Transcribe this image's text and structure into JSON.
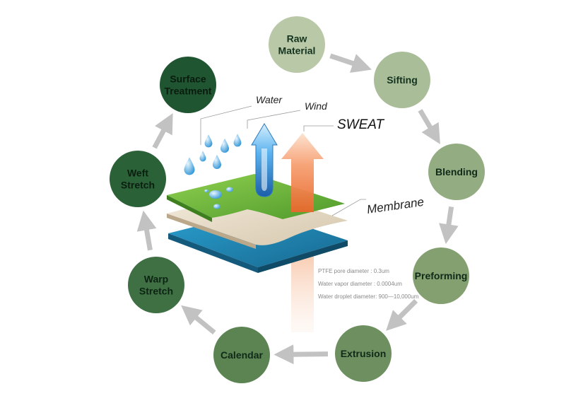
{
  "cycle": {
    "steps": [
      {
        "id": "raw-material",
        "lines": [
          "Raw",
          "Material"
        ],
        "fill": "#b9c9a7",
        "text_color": "#14331f"
      },
      {
        "id": "sifting",
        "lines": [
          "Sifting"
        ],
        "fill": "#a9bd98",
        "text_color": "#14331f"
      },
      {
        "id": "blending",
        "lines": [
          "Blending"
        ],
        "fill": "#93ac82",
        "text_color": "#0f2a18"
      },
      {
        "id": "preforming",
        "lines": [
          "Preforming"
        ],
        "fill": "#84a070",
        "text_color": "#0f2a18"
      },
      {
        "id": "extrusion",
        "lines": [
          "Extrusion"
        ],
        "fill": "#6e9060",
        "text_color": "#0f2a18"
      },
      {
        "id": "calendar",
        "lines": [
          "Calendar"
        ],
        "fill": "#5c8453",
        "text_color": "#0f2a18"
      },
      {
        "id": "warp-stretch",
        "lines": [
          "Warp",
          "Stretch"
        ],
        "fill": "#3e7043",
        "text_color": "#0d2413"
      },
      {
        "id": "weft-stretch",
        "lines": [
          "Weft",
          "Stretch"
        ],
        "fill": "#2b6137",
        "text_color": "#0b1f10"
      },
      {
        "id": "surface-treatment",
        "lines": [
          "Surface",
          "Treatment"
        ],
        "fill": "#1f5530",
        "text_color": "#0a1c0f"
      }
    ],
    "arrow_color": "#c2c2c2"
  },
  "callouts": {
    "water": "Water",
    "wind": "Wind",
    "sweat": "SWEAT",
    "membrane": "Membrane"
  },
  "specs": [
    "PTFE pore diameter : 0.3um",
    "Water vapor diameter : 0.0004um",
    "Water droplet diameter: 900—10,000um"
  ],
  "colors": {
    "top_layer": "#6cb33e",
    "membrane_layer": "#e9ddc8",
    "base_layer": "#1f88b8",
    "wind_arrow": "#3f95d6",
    "sweat_arrow": "#f08c52",
    "water_drop": "#4aa8e0"
  }
}
